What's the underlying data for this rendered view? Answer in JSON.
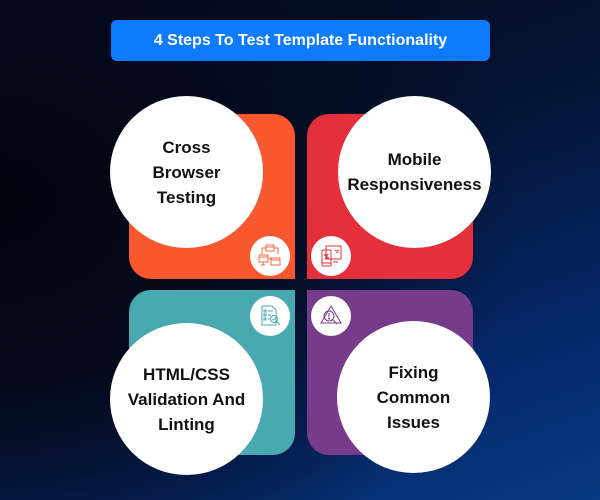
{
  "title": "4 Steps To Test Template Functionality",
  "colors": {
    "title_bg": "#0C7BFF",
    "orange": "#F9572D",
    "red": "#E3303A",
    "teal": "#48A9B0",
    "purple": "#773B8C"
  },
  "steps": [
    {
      "label": "Cross\nBrowser\nTesting",
      "icon": "network-browsers-icon",
      "color": "#F9572D"
    },
    {
      "label": "Mobile\nResponsiveness",
      "icon": "mobile-desktop-icon",
      "color": "#E3303A"
    },
    {
      "label": "HTML/CSS\nValidation And\nLinting",
      "icon": "checklist-search-icon",
      "color": "#48A9B0"
    },
    {
      "label": "Fixing\nCommon\nIssues",
      "icon": "warning-search-icon",
      "color": "#773B8C"
    }
  ]
}
